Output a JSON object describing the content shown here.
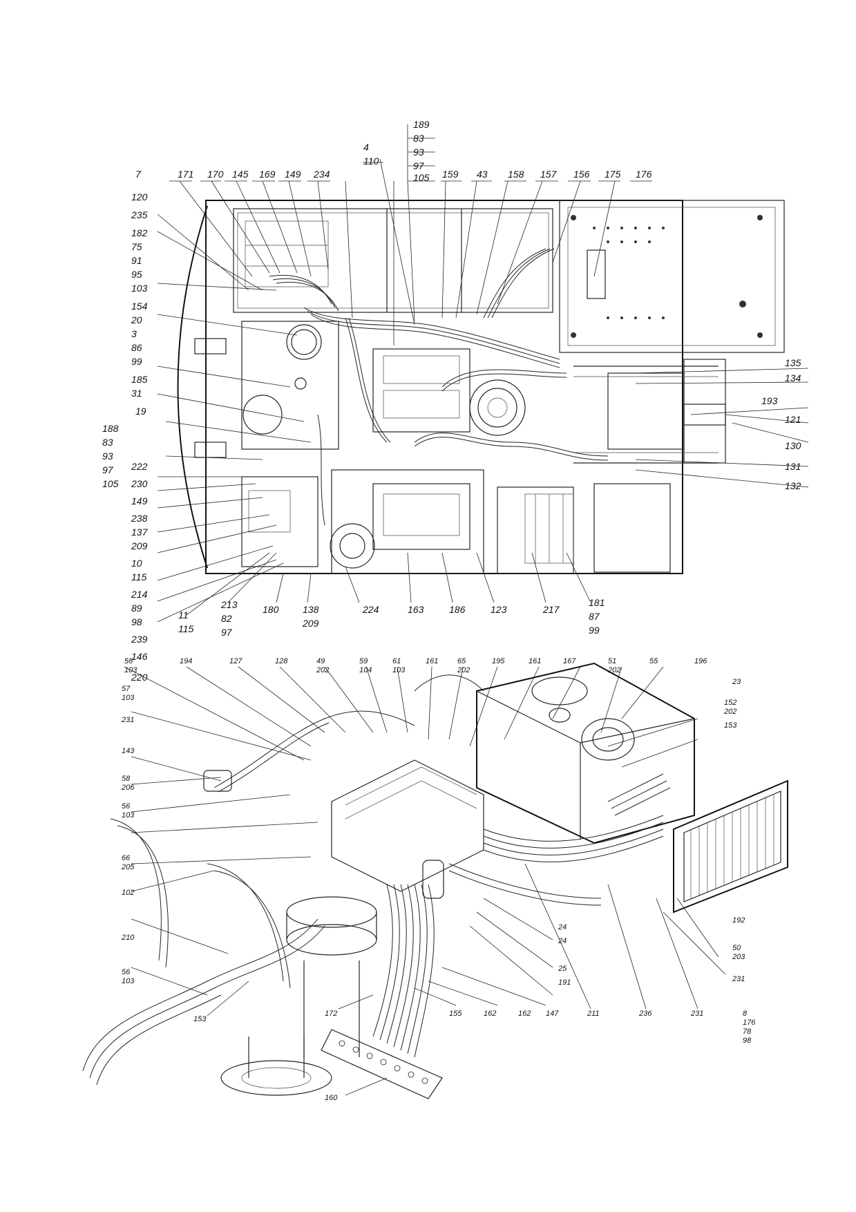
{
  "top_view": {
    "top_callouts": [
      "171",
      "170",
      "145",
      "169",
      "149",
      "234",
      "159",
      "43",
      "158",
      "157",
      "156",
      "175",
      "176"
    ],
    "center_stack": [
      "189",
      "83",
      "93",
      "97",
      "105"
    ],
    "center_stack_b": [
      "4",
      "110"
    ],
    "left_callouts": [
      "7",
      "120",
      "235",
      "182",
      "75",
      "91",
      "95",
      "103",
      "154",
      "20",
      "3",
      "86",
      "99",
      "185",
      "31",
      "19",
      "188",
      "83",
      "93",
      "97",
      "105",
      "222",
      "230",
      "149",
      "238",
      "137",
      "209",
      "10",
      "115",
      "214",
      "89",
      "98",
      "239",
      "146",
      "220"
    ],
    "right_callouts": [
      "135",
      "134",
      "193",
      "121",
      "130",
      "131",
      "132"
    ],
    "bottom_callouts": [
      "11",
      "115",
      "213",
      "82",
      "97",
      "180",
      "138",
      "209",
      "224",
      "163",
      "186",
      "123",
      "217",
      "181",
      "87",
      "99"
    ]
  },
  "iso_view": {
    "callouts": [
      "56",
      "103",
      "194",
      "127",
      "128",
      "49",
      "202",
      "59",
      "104",
      "61",
      "103",
      "161",
      "65",
      "202",
      "195",
      "161",
      "167",
      "51",
      "202",
      "55",
      "196",
      "23",
      "152",
      "202",
      "153",
      "57",
      "103",
      "231",
      "143",
      "58",
      "206",
      "56",
      "103",
      "66",
      "205",
      "102",
      "210",
      "56",
      "103",
      "153",
      "172",
      "155",
      "162",
      "162",
      "147",
      "211",
      "236",
      "231",
      "8",
      "176",
      "78",
      "98",
      "24",
      "24",
      "25",
      "191",
      "192",
      "50",
      "203",
      "231",
      "160"
    ]
  }
}
